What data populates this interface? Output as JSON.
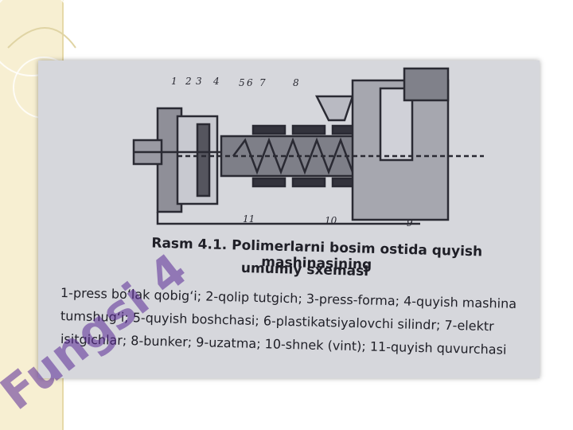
{
  "figure": {
    "part_numbers": [
      "1",
      "2",
      "3",
      "4",
      "5",
      "6",
      "7",
      "8",
      "9",
      "10",
      "11"
    ],
    "caption_title": "Rasm 4.1.  Polimerlarni bosim  ostida quyish mashinasining",
    "caption_subtitle": "umumiy sxemasi",
    "caption_lines": [
      "1-press bo‘lak qobig‘i; 2-qolip tutgich; 3-press-forma; 4-quyish mashina",
      "tumshug‘i; 5-quyish boshchasi; 6-plastikatsiyalovchi silindr; 7-elektr",
      "isitgichlar; 8-bunker; 9-uzatma; 10-shnek (vint); 11-quyish quvurchasi"
    ]
  },
  "watermark": {
    "text": "Fungsi 4",
    "color": "#5a2896"
  }
}
